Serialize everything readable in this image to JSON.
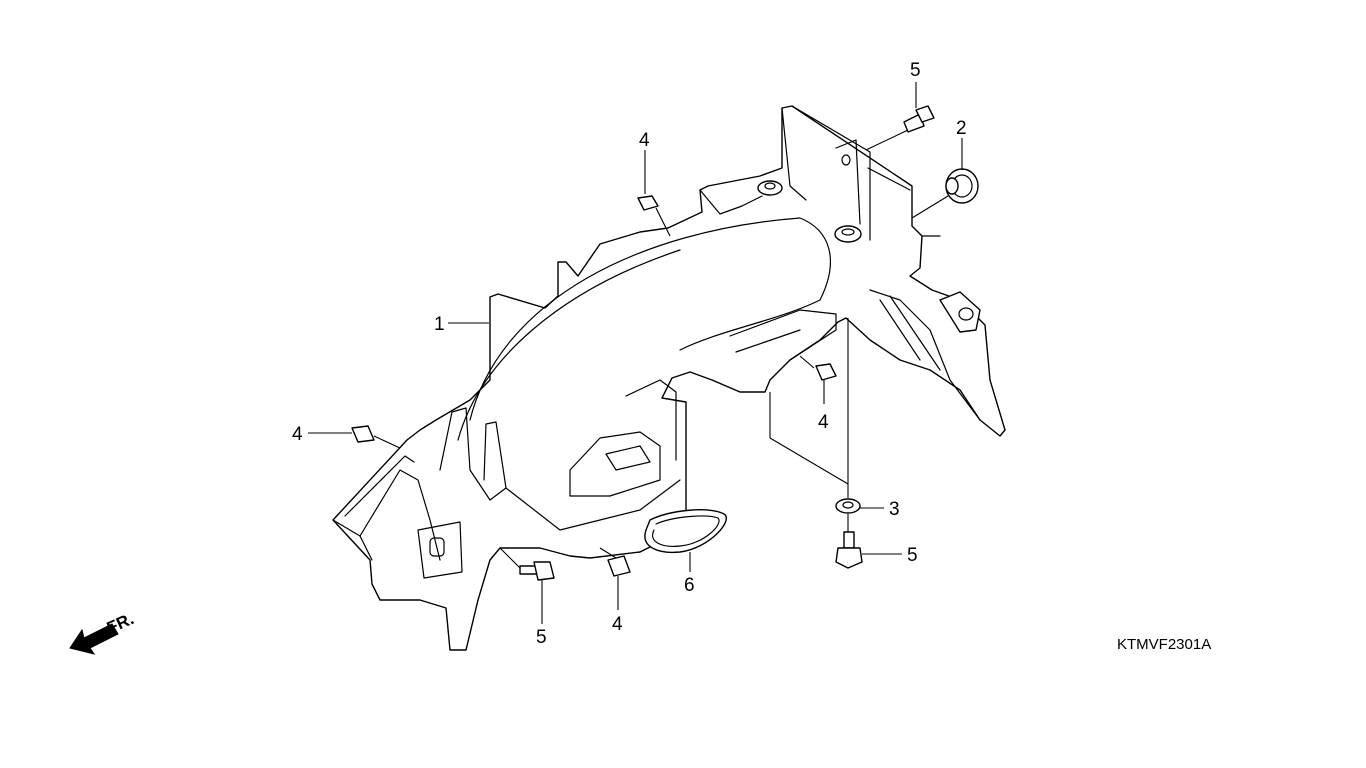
{
  "diagram": {
    "drawing_code": "KTMVF2301A",
    "front_indicator": "FR.",
    "callouts": [
      {
        "id": "c1",
        "label": "1"
      },
      {
        "id": "c2",
        "label": "2"
      },
      {
        "id": "c3",
        "label": "3"
      },
      {
        "id": "c4a",
        "label": "4"
      },
      {
        "id": "c4b",
        "label": "4"
      },
      {
        "id": "c4c",
        "label": "4"
      },
      {
        "id": "c4d",
        "label": "4"
      },
      {
        "id": "c5a",
        "label": "5"
      },
      {
        "id": "c5b",
        "label": "5"
      },
      {
        "id": "c5c",
        "label": "5"
      },
      {
        "id": "c6",
        "label": "6"
      }
    ]
  }
}
